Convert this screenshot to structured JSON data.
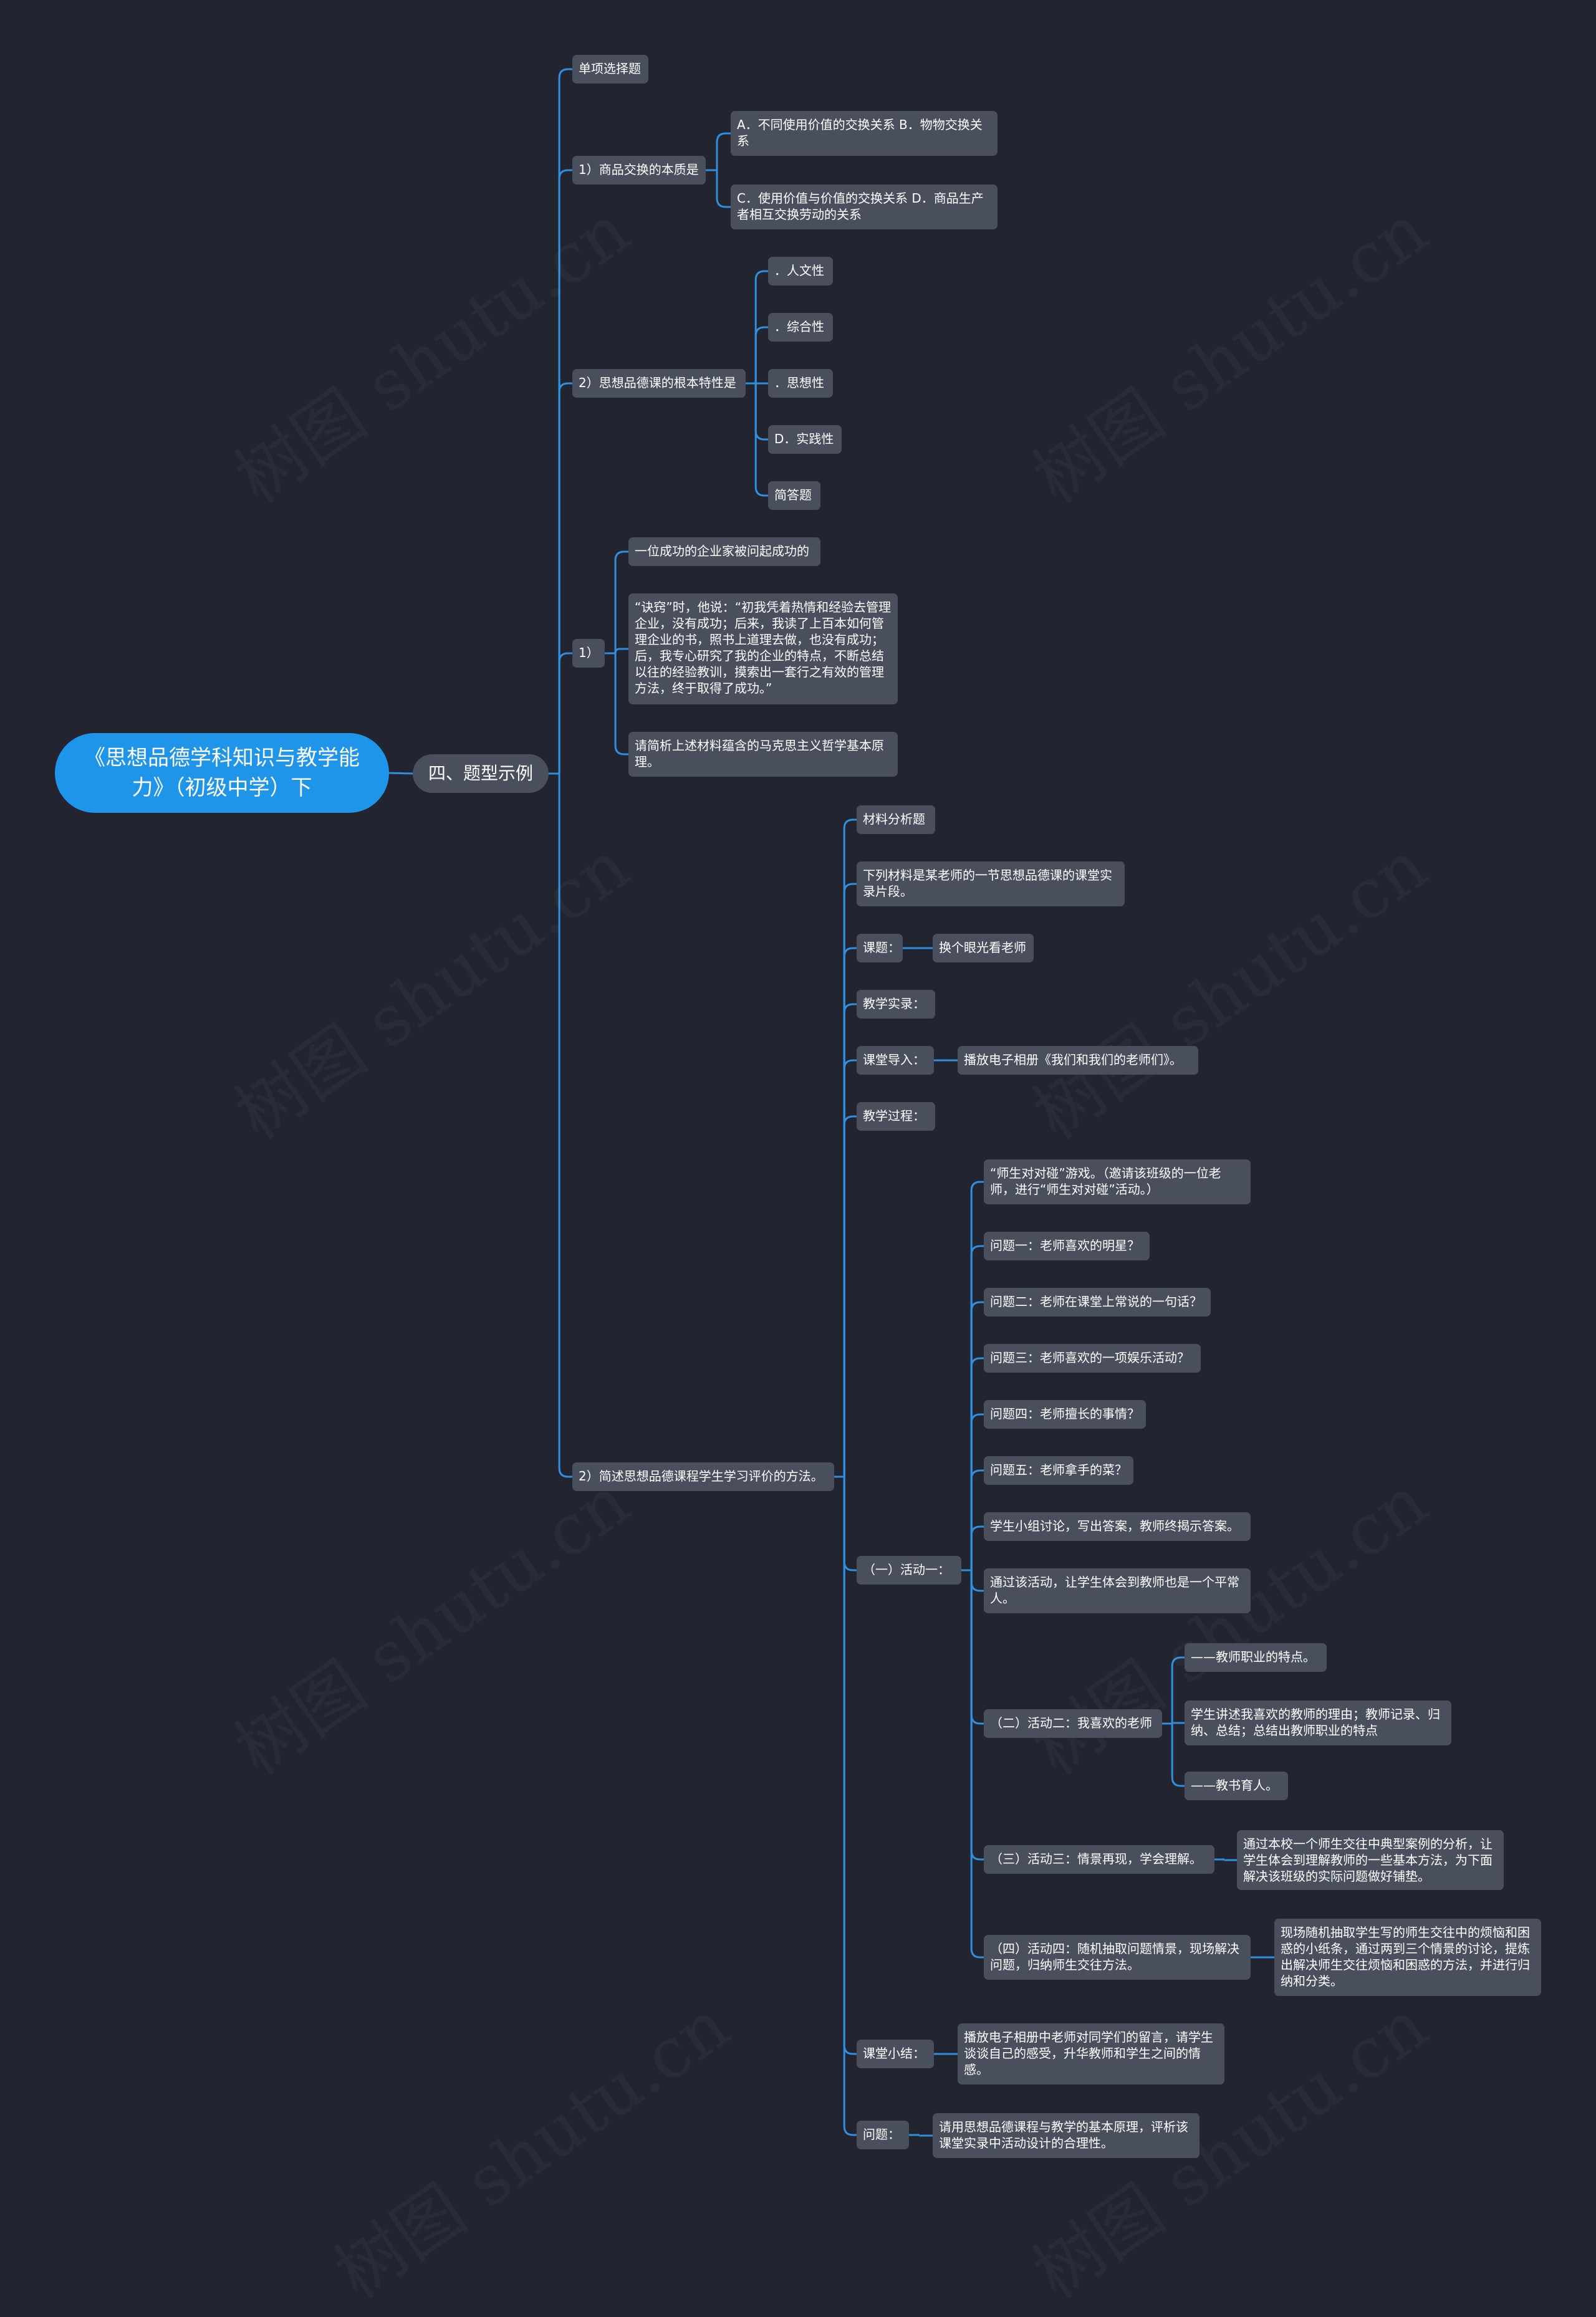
{
  "colors": {
    "background": "#22252f",
    "node": "#4a4f5e",
    "root": "#1f95ea",
    "line": "#2f8fe0",
    "text": "#ffffff"
  },
  "watermark": "树图 shutu.cn",
  "root": {
    "title": "《思想品德学科知识与教学能力》（初级中学）下"
  },
  "l1": {
    "label": "四、题型示例"
  },
  "nodes": {
    "n_single": "单项选择题",
    "n_q1": "1）商品交换的本质是",
    "n_q1a": "A．不同使用价值的交换关系 B．物物交换关系",
    "n_q1b": "C．使用价值与价值的交换关系 D．商品生产者相互交换劳动的关系",
    "n_q2": "2）思想品德课的根本特性是",
    "n_q2a": "．人文性",
    "n_q2b": "．综合性",
    "n_q2c": "．思想性",
    "n_q2d": "D．实践性",
    "n_q2e": "简答题",
    "n_s1": "1）",
    "n_s1a": "一位成功的企业家被问起成功的",
    "n_s1b": "“诀窍”时，他说：“初我凭着热情和经验去管理企业，没有成功；后来，我读了上百本如何管理企业的书，照书上道理去做，也没有成功；后，我专心研究了我的企业的特点，不断总结以往的经验教训，摸索出一套行之有效的管理方法，终于取得了成功。”",
    "n_s1c": "请简析上述材料蕴含的马克思主义哲学基本原理。",
    "n_s2": "2）简述思想品德课程学生学习评价的方法。",
    "n_m1": "材料分析题",
    "n_m2": "下列材料是某老师的一节思想品德课的课堂实录片段。",
    "n_m3": "课题：",
    "n_m3a": "换个眼光看老师",
    "n_m4": "教学实录：",
    "n_m5": "课堂导入：",
    "n_m5a": "播放电子相册《我们和我们的老师们》。",
    "n_m6": "教学过程：",
    "n_act1": "（一）活动一：",
    "n_a1": "“师生对对碰”游戏。（邀请该班级的一位老师，进行“师生对对碰”活动。）",
    "n_a2": "问题一：老师喜欢的明星？",
    "n_a3": "问题二：老师在课堂上常说的一句话？",
    "n_a4": "问题三：老师喜欢的一项娱乐活动？",
    "n_a5": "问题四：老师擅长的事情？",
    "n_a6": "问题五：老师拿手的菜？",
    "n_a7": "学生小组讨论，写出答案，教师终揭示答案。",
    "n_a8": "通过该活动，让学生体会到教师也是一个平常人。",
    "n_act2": "（二）活动二：我喜欢的老师",
    "n_b1": "——教师职业的特点。",
    "n_b2": "学生讲述我喜欢的教师的理由；教师记录、归纳、总结；总结出教师职业的特点",
    "n_b3": "——教书育人。",
    "n_act3": "（三）活动三：情景再现，学会理解。",
    "n_c1": "通过本校一个师生交往中典型案例的分析，让学生体会到理解教师的一些基本方法，为下面解决该班级的实际问题做好铺垫。",
    "n_act4": "（四）活动四：随机抽取问题情景，现场解决问题，归纳师生交往方法。",
    "n_d1": "现场随机抽取学生写的师生交往中的烦恼和困惑的小纸条，通过两到三个情景的讨论，提炼出解决师生交往烦恼和困惑的方法，并进行归纳和分类。",
    "n_m7": "课堂小结：",
    "n_m7a": "播放电子相册中老师对同学们的留言，请学生谈谈自己的感受，升华教师和学生之间的情感。",
    "n_m8": "问题：",
    "n_m8a": "请用思想品德课程与教学的基本原理，评析该课堂实录中活动设计的合理性。"
  }
}
